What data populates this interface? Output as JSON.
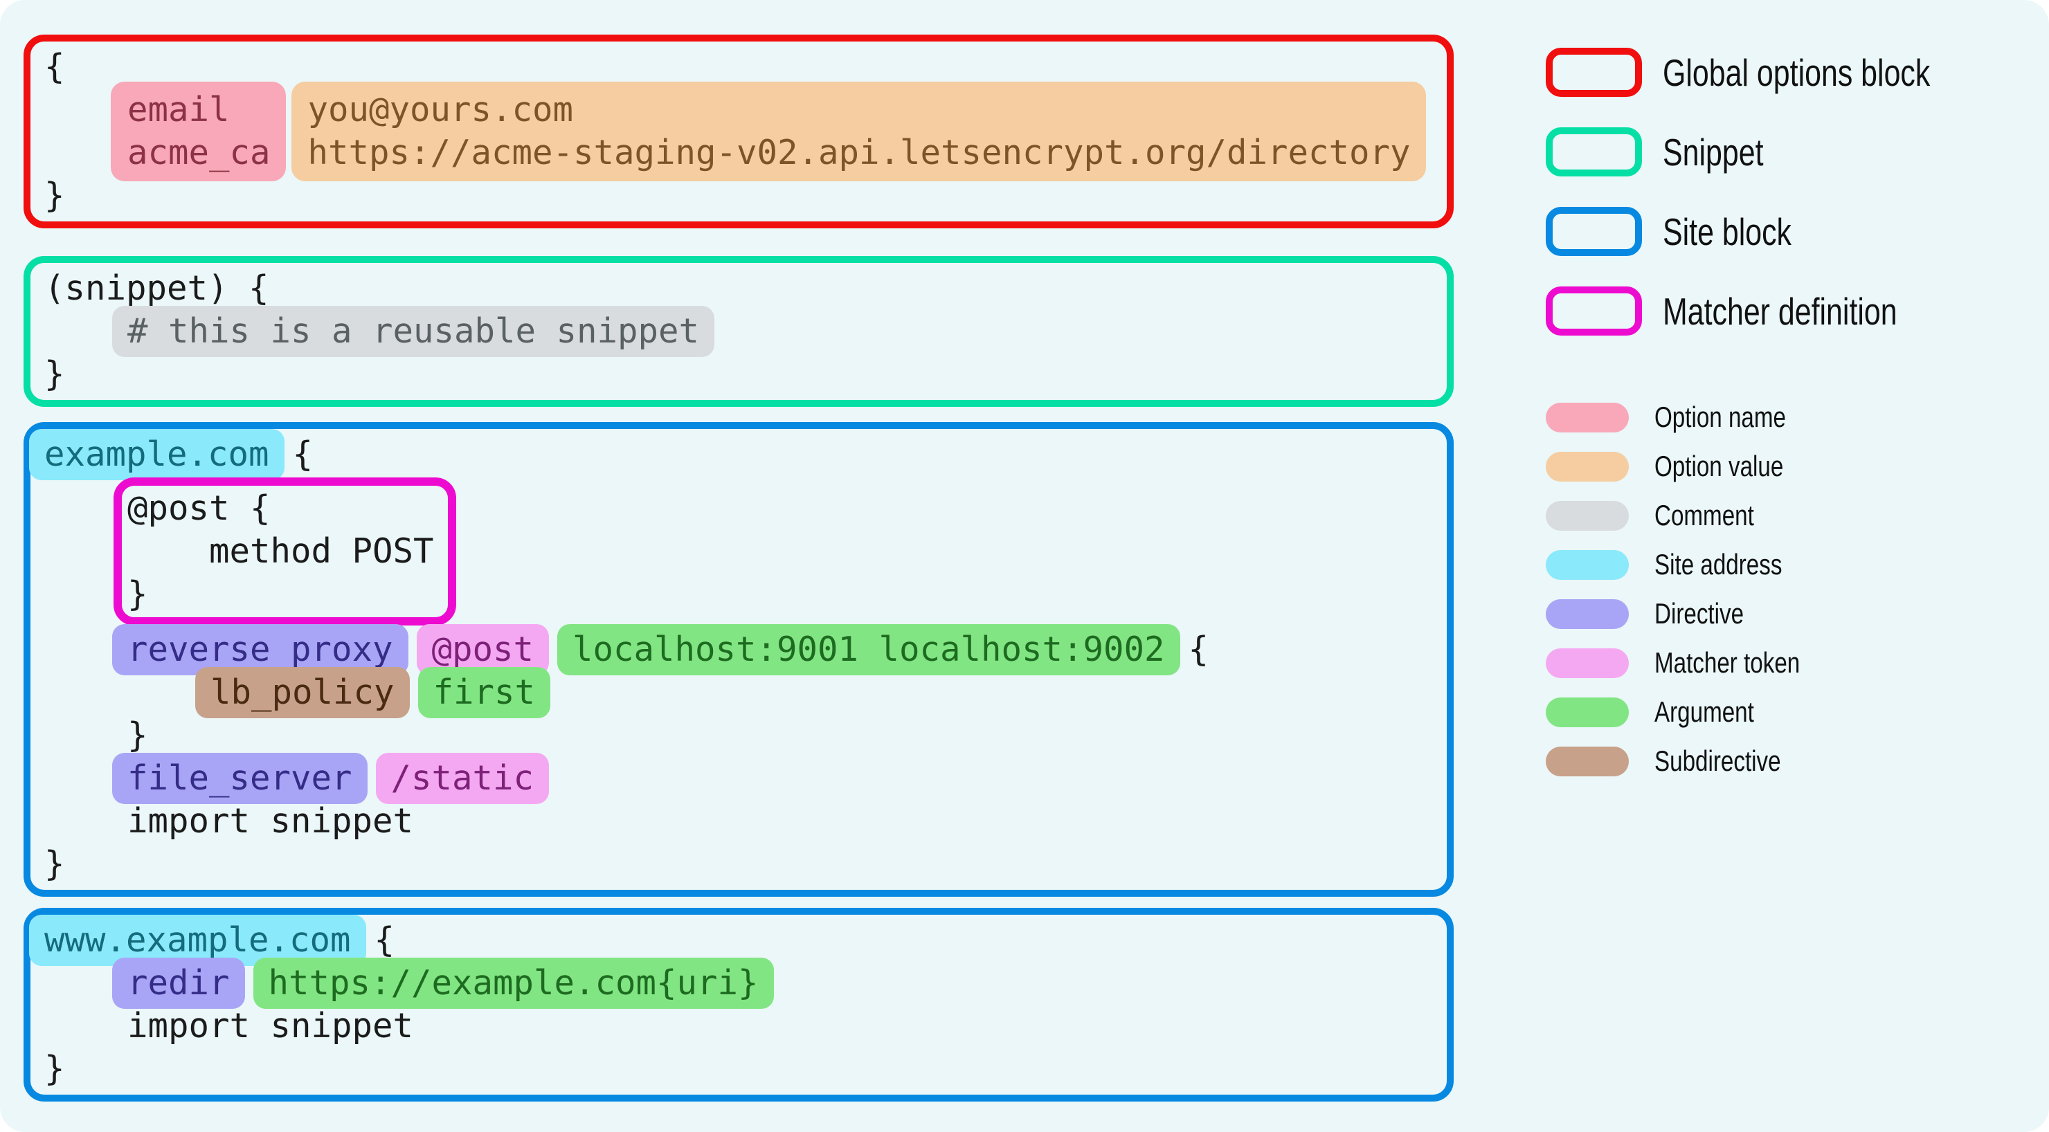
{
  "palette": {
    "page_bg": "#ebf7f8",
    "code_text": "#1b1b1b",
    "label_text": "#111111",
    "global_border": "#f10e0e",
    "snippet_border": "#05dfa6",
    "site_border": "#0789e2",
    "matcher_border": "#ee0bd0",
    "tokens": {
      "optname": {
        "bg": "#f8a8b8",
        "fg": "#8d3246"
      },
      "optvalue": {
        "bg": "#f5cda0",
        "fg": "#7d5428"
      },
      "comment": {
        "bg": "#d8dcdf",
        "fg": "#5a6163"
      },
      "site": {
        "bg": "#8ae9fb",
        "fg": "#136b7b"
      },
      "directive": {
        "bg": "#a9a5f6",
        "fg": "#342c86"
      },
      "matchertoken": {
        "bg": "#f5a8f2",
        "fg": "#7d2178"
      },
      "arg": {
        "bg": "#82e583",
        "fg": "#1d6b20"
      },
      "subdir": {
        "bg": "#c7a189",
        "fg": "#4a2a12"
      }
    }
  },
  "code_blocks": [
    {
      "id": "global-options-block",
      "border_key": "global_border",
      "margin_class": "mb-a",
      "lines": [
        {
          "indent": 0,
          "tokens": [
            [
              "plain",
              "{"
            ]
          ]
        },
        {
          "indent": 1,
          "pair": {
            "names_kind": "optname",
            "names": [
              "email",
              "acme_ca"
            ],
            "values_kind": "optvalue",
            "values": [
              "you@yours.com",
              "https://acme-staging-v02.api.letsencrypt.org/directory"
            ]
          }
        },
        {
          "indent": 0,
          "tokens": [
            [
              "plain",
              "}"
            ]
          ]
        }
      ]
    },
    {
      "id": "snippet-block",
      "border_key": "snippet_border",
      "margin_class": "mb-b",
      "lines": [
        {
          "indent": 0,
          "tokens": [
            [
              "plain",
              "(snippet) {"
            ]
          ]
        },
        {
          "indent": 1,
          "tokens": [
            [
              "comment",
              "# this is a reusable snippet"
            ]
          ]
        },
        {
          "indent": 0,
          "tokens": [
            [
              "plain",
              "}"
            ]
          ]
        }
      ]
    },
    {
      "id": "site-block-example",
      "border_key": "site_border",
      "margin_class": "mb-c",
      "lines": [
        {
          "indent": 0,
          "tokens": [
            [
              "site",
              "example.com"
            ],
            [
              "plain",
              "{"
            ]
          ]
        },
        {
          "indent": 1,
          "box": {
            "lines": [
              "@post {",
              "    method POST",
              "}"
            ]
          }
        },
        {
          "indent": 1,
          "tokens": [
            [
              "directive",
              "reverse_proxy"
            ],
            [
              "matchertoken",
              "@post"
            ],
            [
              "arg",
              "localhost:9001 localhost:9002"
            ],
            [
              "plain",
              "{"
            ]
          ]
        },
        {
          "indent": 2,
          "tokens": [
            [
              "subdir",
              "lb_policy"
            ],
            [
              "arg",
              "first"
            ]
          ]
        },
        {
          "indent": 1,
          "tokens": [
            [
              "plain",
              "}"
            ]
          ]
        },
        {
          "indent": 1,
          "tokens": [
            [
              "directive",
              "file_server"
            ],
            [
              "matchertoken",
              "/static"
            ]
          ]
        },
        {
          "indent": 1,
          "tokens": [
            [
              "plain",
              "import snippet"
            ]
          ]
        },
        {
          "indent": 0,
          "tokens": [
            [
              "plain",
              "}"
            ]
          ]
        }
      ]
    },
    {
      "id": "site-block-www",
      "border_key": "site_border",
      "margin_class": "",
      "lines": [
        {
          "indent": 0,
          "tokens": [
            [
              "site",
              "www.example.com"
            ],
            [
              "plain",
              "{"
            ]
          ]
        },
        {
          "indent": 1,
          "tokens": [
            [
              "directive",
              "redir"
            ],
            [
              "arg",
              "https://example.com{uri}"
            ]
          ]
        },
        {
          "indent": 1,
          "tokens": [
            [
              "plain",
              "import snippet"
            ]
          ]
        },
        {
          "indent": 0,
          "tokens": [
            [
              "plain",
              "}"
            ]
          ]
        }
      ]
    }
  ],
  "legend": {
    "outline_items": [
      {
        "label": "Global options block",
        "color_key": "global_border"
      },
      {
        "label": "Snippet",
        "color_key": "snippet_border"
      },
      {
        "label": "Site block",
        "color_key": "site_border"
      },
      {
        "label": "Matcher definition",
        "color_key": "matcher_border"
      }
    ],
    "chip_items": [
      {
        "label": "Option name",
        "kind": "optname"
      },
      {
        "label": "Option value",
        "kind": "optvalue"
      },
      {
        "label": "Comment",
        "kind": "comment"
      },
      {
        "label": "Site address",
        "kind": "site"
      },
      {
        "label": "Directive",
        "kind": "directive"
      },
      {
        "label": "Matcher token",
        "kind": "matchertoken"
      },
      {
        "label": "Argument",
        "kind": "arg"
      },
      {
        "label": "Subdirective",
        "kind": "subdir"
      }
    ]
  }
}
